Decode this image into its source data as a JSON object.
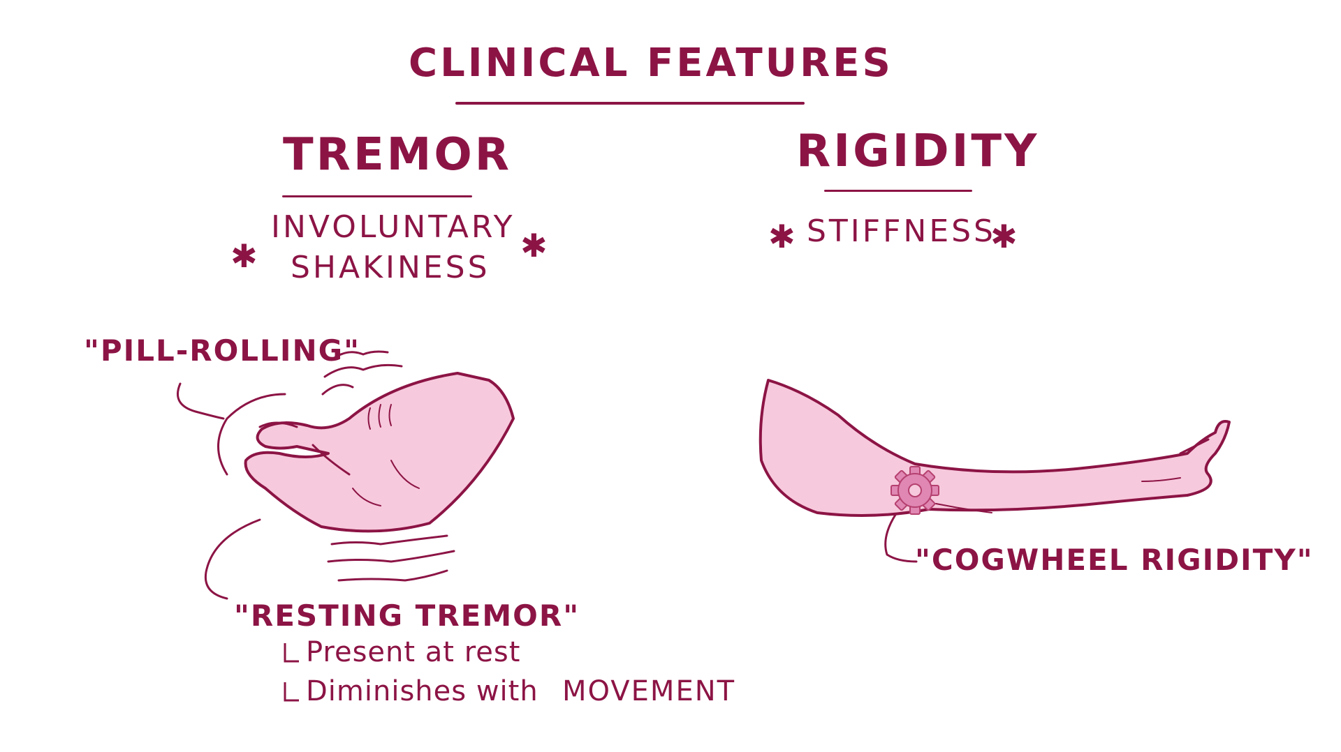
{
  "title": "CLINICAL FEATURES",
  "tremor": {
    "heading": "TREMOR",
    "description_line1": "INVOLUNTARY",
    "description_line2": "SHAKINESS",
    "pill_rolling_label": "\"PILL-ROLLING\"",
    "resting_tremor_label": "\"RESTING TREMOR\"",
    "note1": "Present at rest",
    "note2_part1": "Diminishes with",
    "note2_part2": "MOVEMENT"
  },
  "rigidity": {
    "heading": "RIGIDITY",
    "description": "STIFFNESS",
    "cogwheel_label": "\"COGWHEEL RIGIDITY\""
  },
  "colors": {
    "ink": "#8c1445",
    "skin": "#f7c9dc",
    "background": "#ffffff"
  },
  "icons": {
    "hand": "pill-rolling-hand-illustration",
    "arm": "outstretched-arm-illustration",
    "gear": "cogwheel-icon",
    "asterisk": "asterisk-icon"
  }
}
